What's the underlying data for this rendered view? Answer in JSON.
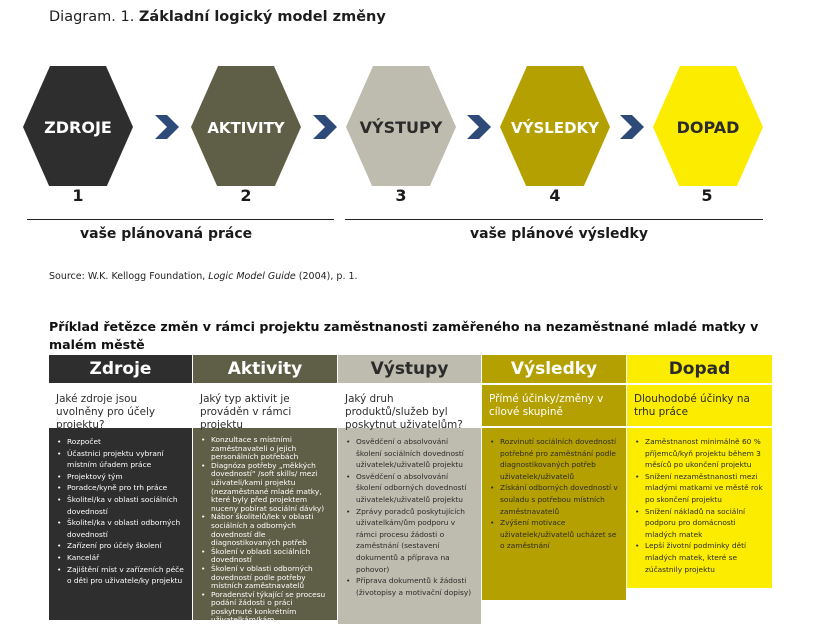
{
  "figure": {
    "caption_prefix": "Diagram. 1.",
    "caption_title": "Základní logický model změny"
  },
  "hexagons": [
    {
      "label": "ZDROJE",
      "number": "1",
      "fill": "#2e2e2e",
      "text_color": "#ffffff"
    },
    {
      "label": "AKTIVITY",
      "number": "2",
      "fill": "#5f5f48",
      "text_color": "#ffffff"
    },
    {
      "label": "VÝSTUPY",
      "number": "3",
      "fill": "#bdbcae",
      "text_color": "#2b2b2b"
    },
    {
      "label": "VÝSLEDKY",
      "number": "4",
      "fill": "#b4a000",
      "text_color": "#ffffff"
    },
    {
      "label": "DOPAD",
      "number": "5",
      "fill": "#fbec00",
      "text_color": "#2b2b2b"
    }
  ],
  "arrow_color": "#2d4a78",
  "groups": {
    "planned_work": "vaše plánovaná práce",
    "planned_results": "vaše plánové výsledky"
  },
  "source": {
    "prefix": "Source: W.K. Kellogg Foundation, ",
    "book": "Logic Model Guide",
    "suffix": " (2004), p. 1."
  },
  "example_title": "Příklad řetězce změn v rámci projektu zaměstnanosti zaměřeného na nezaměstnané mladé matky v malém městě",
  "columns": [
    {
      "header": "Zdroje",
      "question": "Jaké zdroje jsou uvolněny pro účely projektu?",
      "head_bg": "#2e2e2e",
      "head_color": "#ffffff",
      "q_bg": "#ffffff",
      "q_color": "#2e2e2e",
      "list_bg": "#2e2e2e",
      "list_color": "#ffffff",
      "items": [
        "Rozpočet",
        "Účastnici projektu vybraní místním úřadem práce",
        "Projektový tým",
        "Poradce/kyně pro trh práce",
        "Školitel/ka v oblasti sociálních dovedností",
        "Školitel/ka v oblasti odborných dovedností",
        "Zařízení pro účely školení",
        "Kancelář",
        "Zajištění míst v zařízeních péče o děti pro uživatele/ky projektu"
      ]
    },
    {
      "header": "Aktivity",
      "question": "Jaký typ aktivit je prováděn v rámci projektu",
      "head_bg": "#5f5f48",
      "head_color": "#ffffff",
      "q_bg": "#ffffff",
      "q_color": "#2e2e2e",
      "list_bg": "#5f5f48",
      "list_color": "#ffffff",
      "items": [
        "Konzultace s místními zaměstnavateli o jejich personálních potřebách",
        "Diagnóza potřeby „měkkých dovedností“ /soft skills/ mezi uživateli/kami projektu (nezaměstnané mladé matky, které byly před projektem nuceny pobírat sociální dávky)",
        "Nábor školitelů/lek v oblasti sociálních a odborných dovedností dle diagnostikovaných potřeb",
        "Školení v oblasti sociálních dovedností",
        "Školení v oblasti odborných dovedností podle potřeby místních zaměstnavatelů",
        "Poradenství týkající se procesu podání žádosti o práci poskytnuté konkrétním uživatelkám/kám"
      ]
    },
    {
      "header": "Výstupy",
      "question": "Jaký druh produktů/služeb byl poskytnut uživatelům?",
      "head_bg": "#bdbcae",
      "head_color": "#2b2b2b",
      "q_bg": "#ffffff",
      "q_color": "#2e2e2e",
      "list_bg": "#bdbcae",
      "list_color": "#2b2b2b",
      "items": [
        "Osvědčení o absolvování školení sociálních dovedností uživatelek/uživatelů projektu",
        "Osvědčení o absolvování školení odborných dovedností uživatelek/uživatelů projektu",
        "Zprávy poradců poskytujících uživatelkám/ům podporu v rámci procesu žádosti o zaměstnání (sestavení dokumentů a příprava na pohovor)",
        "Příprava dokumentů k žádosti (životopisy a motivační dopisy)"
      ]
    },
    {
      "header": "Výsledky",
      "question": "Přímé účinky/změny v cílové skupině",
      "head_bg": "#b4a000",
      "head_color": "#ffffff",
      "q_bg": "#b4a000",
      "q_color": "#ffffff",
      "list_bg": "#b4a000",
      "list_color": "#2b2b2b",
      "items": [
        "Rozvinutí sociálních dovedností potřebné pro zaměstnání podle diagnostikovaných potřeb uživatelek/uživatelů",
        "Získání odborných dovedností v souladu s potřebou místních zaměstnavatelů",
        "Zvýšení motivace uživatelek/uživatelů ucházet se o zaměstnání"
      ]
    },
    {
      "header": "Dopad",
      "question": "Dlouhodobé účinky na trhu práce",
      "head_bg": "#fbec00",
      "head_color": "#2b2b2b",
      "q_bg": "#fbec00",
      "q_color": "#2b2b2b",
      "list_bg": "#fbec00",
      "list_color": "#2b2b2b",
      "items": [
        "Zaměstnanost minimálně 60 % příjemců/kyň projektu během 3 měsíců po ukončení projektu",
        "Snížení nezaměstnanosti mezi mladými matkami ve městě rok po skončení projektu",
        "Snížení nákladů na sociální podporu pro domácnosti mladých matek",
        "Lepší životní podmínky dětí mladých matek, které se zúčastnily projektu"
      ]
    }
  ]
}
